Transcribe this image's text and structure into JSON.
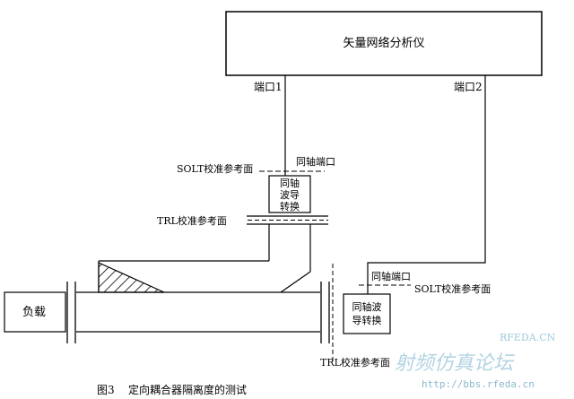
{
  "vna": {
    "title": "矢量网络分析仪",
    "port1": "端口1",
    "port2": "端口2"
  },
  "adapter_upper": {
    "coax_port": "同轴端口",
    "line1": "同轴",
    "line2": "波导",
    "line3": "转换"
  },
  "adapter_right": {
    "coax_port": "同轴端口",
    "line1": "同轴波",
    "line2": "导转换"
  },
  "planes": {
    "solt_upper": "SOLT校准参考面",
    "trl_upper": "TRL校准参考面",
    "solt_right": "SOLT校准参考面",
    "trl_lower": "TRL校准参考面"
  },
  "load": {
    "label": "负载"
  },
  "caption": {
    "figure": "图3",
    "text": "定向耦合器隔离度的测试"
  },
  "watermark": {
    "brand": "RFEDA.CN",
    "site": "射频仿真论坛",
    "url": "http://bbs.rfeda.cn"
  }
}
